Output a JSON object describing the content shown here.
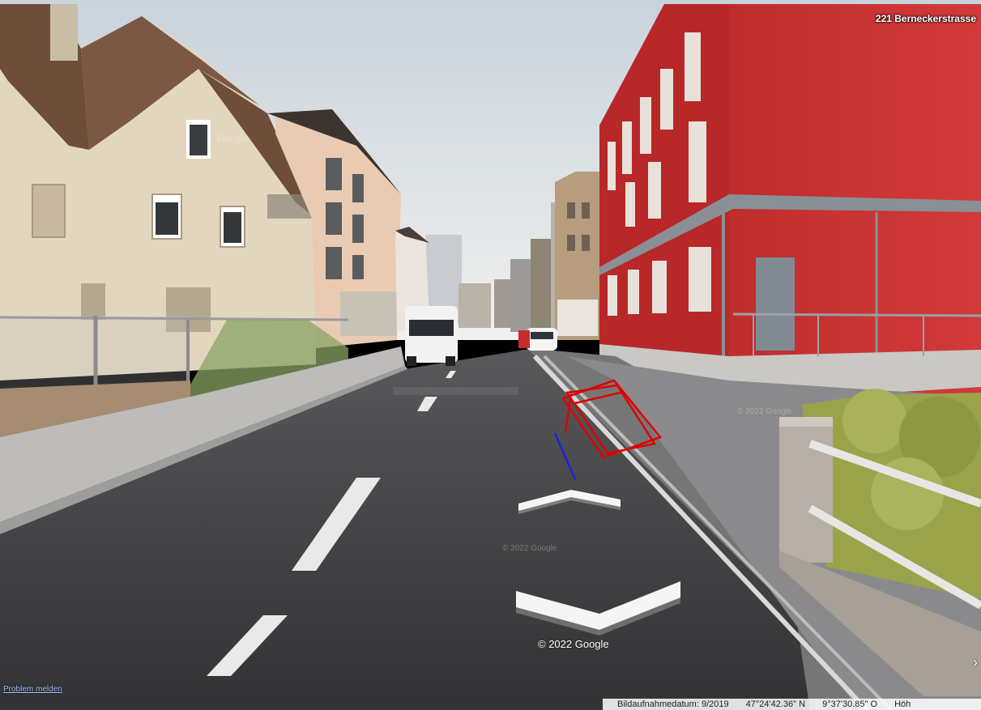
{
  "address": "221 Berneckerstrasse",
  "copyright": "© 2022 Google",
  "watermarks": {
    "road": "© 2022 Google",
    "sidewalk": "© 2022 Google",
    "building": "Google"
  },
  "report_link": "Problem melden",
  "status_bar": {
    "date": "Bildaufnahmedatum: 9/2019",
    "lat": "47°24'42.36\" N",
    "lon": "9°37'30.85\" O",
    "elev": "Höh"
  },
  "colors": {
    "sky": "#dfe3e6",
    "road": "#3f3f41",
    "red_building": "#c62f2f",
    "beige_house": "#e3d6bf",
    "annotation_red": "#e00000",
    "annotation_blue": "#1a24d6",
    "hedge": "#9aa34a"
  },
  "icons": {
    "nav_arrow_near": "chevron-down-icon",
    "nav_arrow_far": "chevron-up-icon"
  }
}
